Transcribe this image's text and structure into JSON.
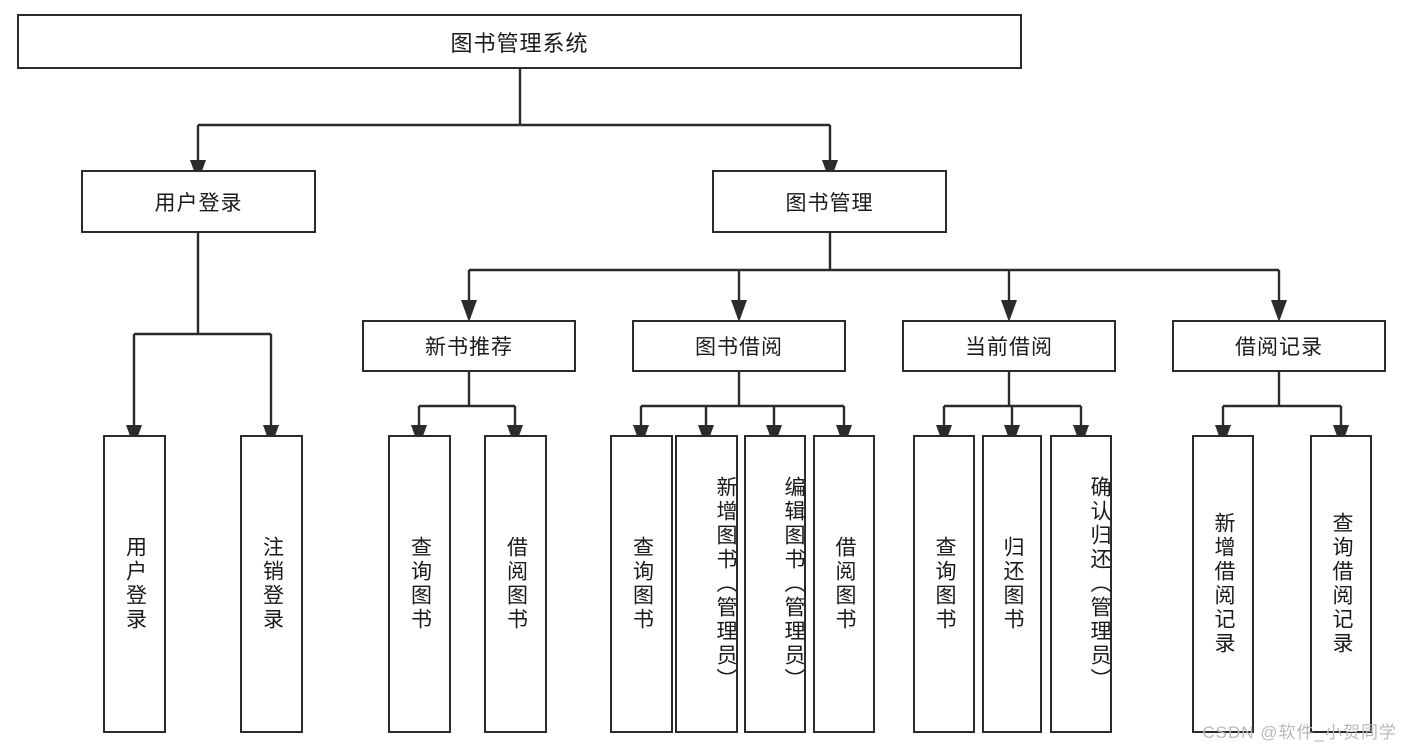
{
  "diagram": {
    "type": "tree",
    "title": "图书管理系统",
    "watermark": "CSDN @软件_小贺同学",
    "root": {
      "label": "图书管理系统"
    },
    "level2": [
      {
        "id": "user-login",
        "label": "用户登录"
      },
      {
        "id": "book-manage",
        "label": "图书管理"
      }
    ],
    "level3": [
      {
        "id": "new-book-recommend",
        "label": "新书推荐"
      },
      {
        "id": "book-borrow",
        "label": "图书借阅"
      },
      {
        "id": "current-borrow",
        "label": "当前借阅"
      },
      {
        "id": "borrow-record",
        "label": "借阅记录"
      }
    ],
    "leaves": [
      {
        "id": "leaf-user-login",
        "label": "用户登录",
        "parent": "user-login"
      },
      {
        "id": "leaf-user-logout",
        "label": "注销登录",
        "parent": "user-login"
      },
      {
        "id": "leaf-query-book-1",
        "label": "查询图书",
        "parent": "new-book-recommend"
      },
      {
        "id": "leaf-borrow-book-1",
        "label": "借阅图书",
        "parent": "new-book-recommend"
      },
      {
        "id": "leaf-query-book-2",
        "label": "查询图书",
        "parent": "book-borrow"
      },
      {
        "id": "leaf-add-book",
        "label": "新增图书（管理员）",
        "parent": "book-borrow"
      },
      {
        "id": "leaf-edit-book",
        "label": "编辑图书（管理员）",
        "parent": "book-borrow"
      },
      {
        "id": "leaf-borrow-book-2",
        "label": "借阅图书",
        "parent": "book-borrow"
      },
      {
        "id": "leaf-query-book-3",
        "label": "查询图书",
        "parent": "current-borrow"
      },
      {
        "id": "leaf-return-book",
        "label": "归还图书",
        "parent": "current-borrow"
      },
      {
        "id": "leaf-confirm-return",
        "label": "确认归还（管理员）",
        "parent": "current-borrow"
      },
      {
        "id": "leaf-add-borrow-record",
        "label": "新增借阅记录",
        "parent": "borrow-record"
      },
      {
        "id": "leaf-query-borrow-record",
        "label": "查询借阅记录",
        "parent": "borrow-record"
      }
    ],
    "colors": {
      "stroke": "#2b2b2b",
      "fill": "#ffffff",
      "text": "#1a1a1a",
      "watermark": "#b9b9b9"
    }
  }
}
